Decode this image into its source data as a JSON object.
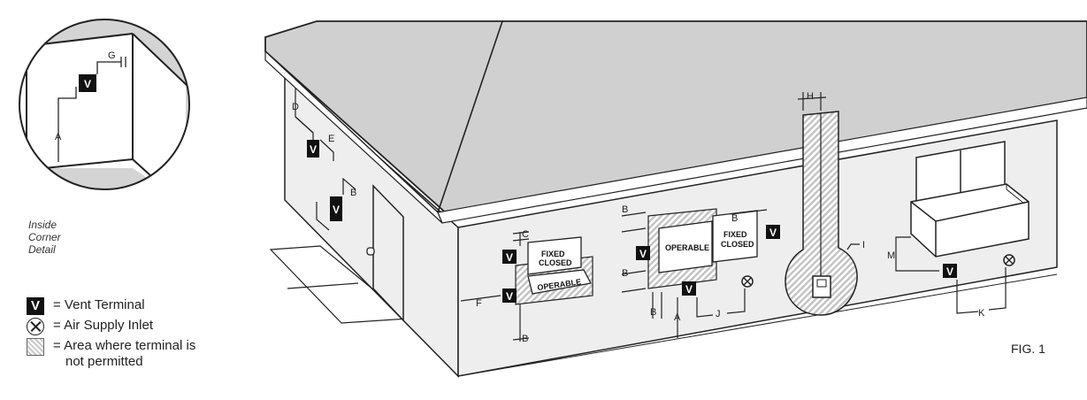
{
  "inset": {
    "caption_lines": [
      "Inside",
      "Corner",
      "Detail"
    ],
    "labels": {
      "g": "G",
      "a": "A",
      "v": "V"
    }
  },
  "house": {
    "labels": {
      "a": "A",
      "b": "B",
      "c": "C",
      "d": "D",
      "e": "E",
      "f": "F",
      "h": "H",
      "i": "I",
      "j": "J",
      "k": "K",
      "m": "M"
    },
    "window_texts": {
      "fixed_closed": [
        "FIXED",
        "CLOSED"
      ],
      "operable": "OPERABLE"
    },
    "vent_letter": "V"
  },
  "legend": {
    "items": [
      {
        "symbol": "V",
        "text": "= Vent Terminal"
      },
      {
        "text": "= Air Supply Inlet"
      },
      {
        "text_lines": [
          "= Area where terminal is",
          "not permitted"
        ]
      }
    ]
  },
  "figure_label": "FIG. 1"
}
